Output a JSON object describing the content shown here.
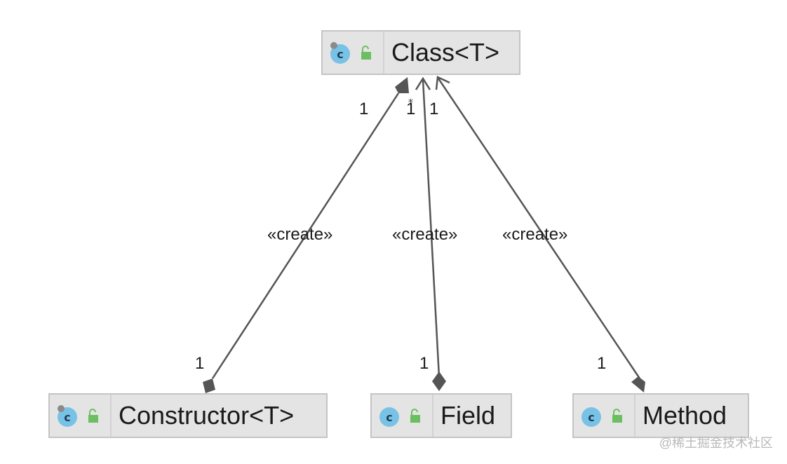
{
  "nodes": {
    "class": {
      "label": "Class<T>",
      "icon": "class-c-icon"
    },
    "constructor": {
      "label": "Constructor<T>",
      "icon": "class-c-icon"
    },
    "field": {
      "label": "Field",
      "icon": "class-c-icon"
    },
    "method": {
      "label": "Method",
      "icon": "class-c-icon"
    }
  },
  "edges": {
    "constructor": {
      "stereotype": "«create»",
      "mult_top": "1",
      "mult_bottom": "1"
    },
    "field": {
      "stereotype": "«create»",
      "mult_top": "1",
      "mult_bottom": "1"
    },
    "method": {
      "stereotype": "«create»",
      "mult_top": "1",
      "mult_bottom": "1"
    }
  },
  "watermark": "@稀土掘金技术社区",
  "colors": {
    "node_fill": "#e4e4e4",
    "node_border": "#c4c4c4",
    "edge": "#555555",
    "icon_circle": "#78c2e6",
    "lock": "#6cbf60"
  }
}
